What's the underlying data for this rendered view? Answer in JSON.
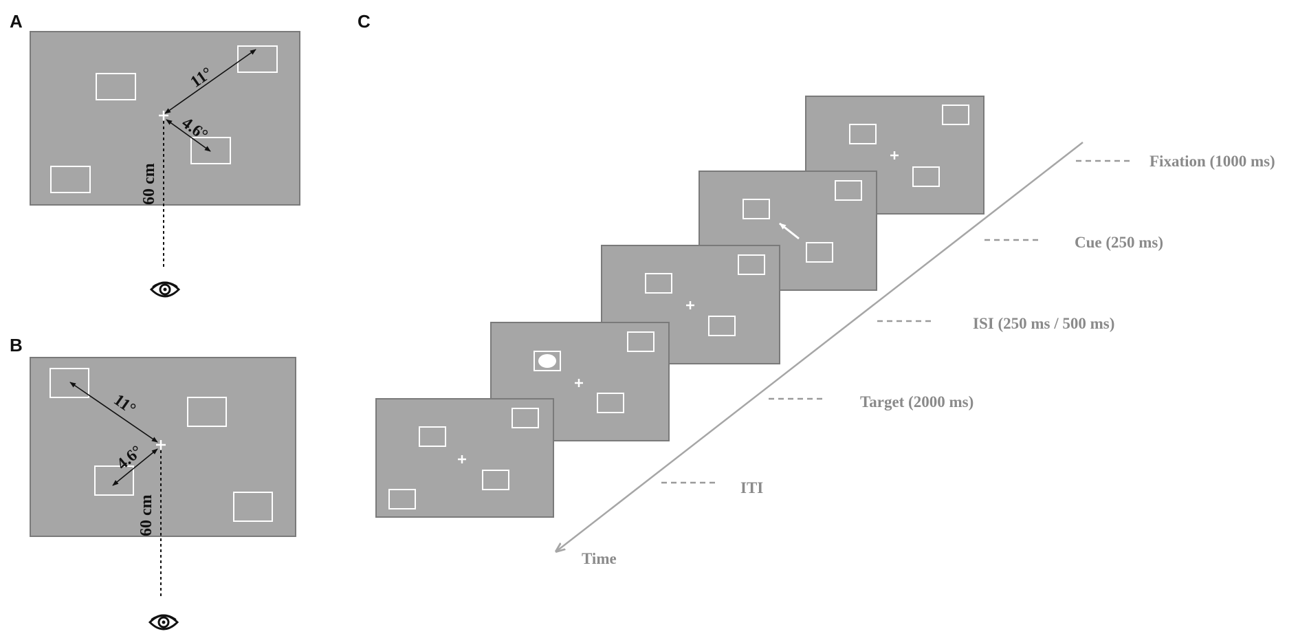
{
  "panels": {
    "a": {
      "letter": "A",
      "angle_far": "11°",
      "angle_near": "4.6°",
      "distance": "60 cm"
    },
    "b": {
      "letter": "B",
      "angle_far": "11°",
      "angle_near": "4.6°",
      "distance": "60 cm"
    },
    "c": {
      "letter": "C",
      "time_label": "Time"
    }
  },
  "phases": [
    {
      "label": "Fixation (1000 ms)"
    },
    {
      "label": "Cue (250 ms)"
    },
    {
      "label": "ISI (250 ms / 500 ms)"
    },
    {
      "label": "Target (2000 ms)"
    },
    {
      "label": "ITI"
    }
  ],
  "icons": {
    "eye": "eye-icon",
    "fixation": "fixation-cross-icon",
    "cue": "arrow-cue-icon",
    "target": "target-dot-icon"
  },
  "colors": {
    "screen": "#a6a6a6",
    "stimulus": "#ffffff",
    "timeline": "#a6a6a6",
    "phase_text": "#8a8a8a"
  }
}
